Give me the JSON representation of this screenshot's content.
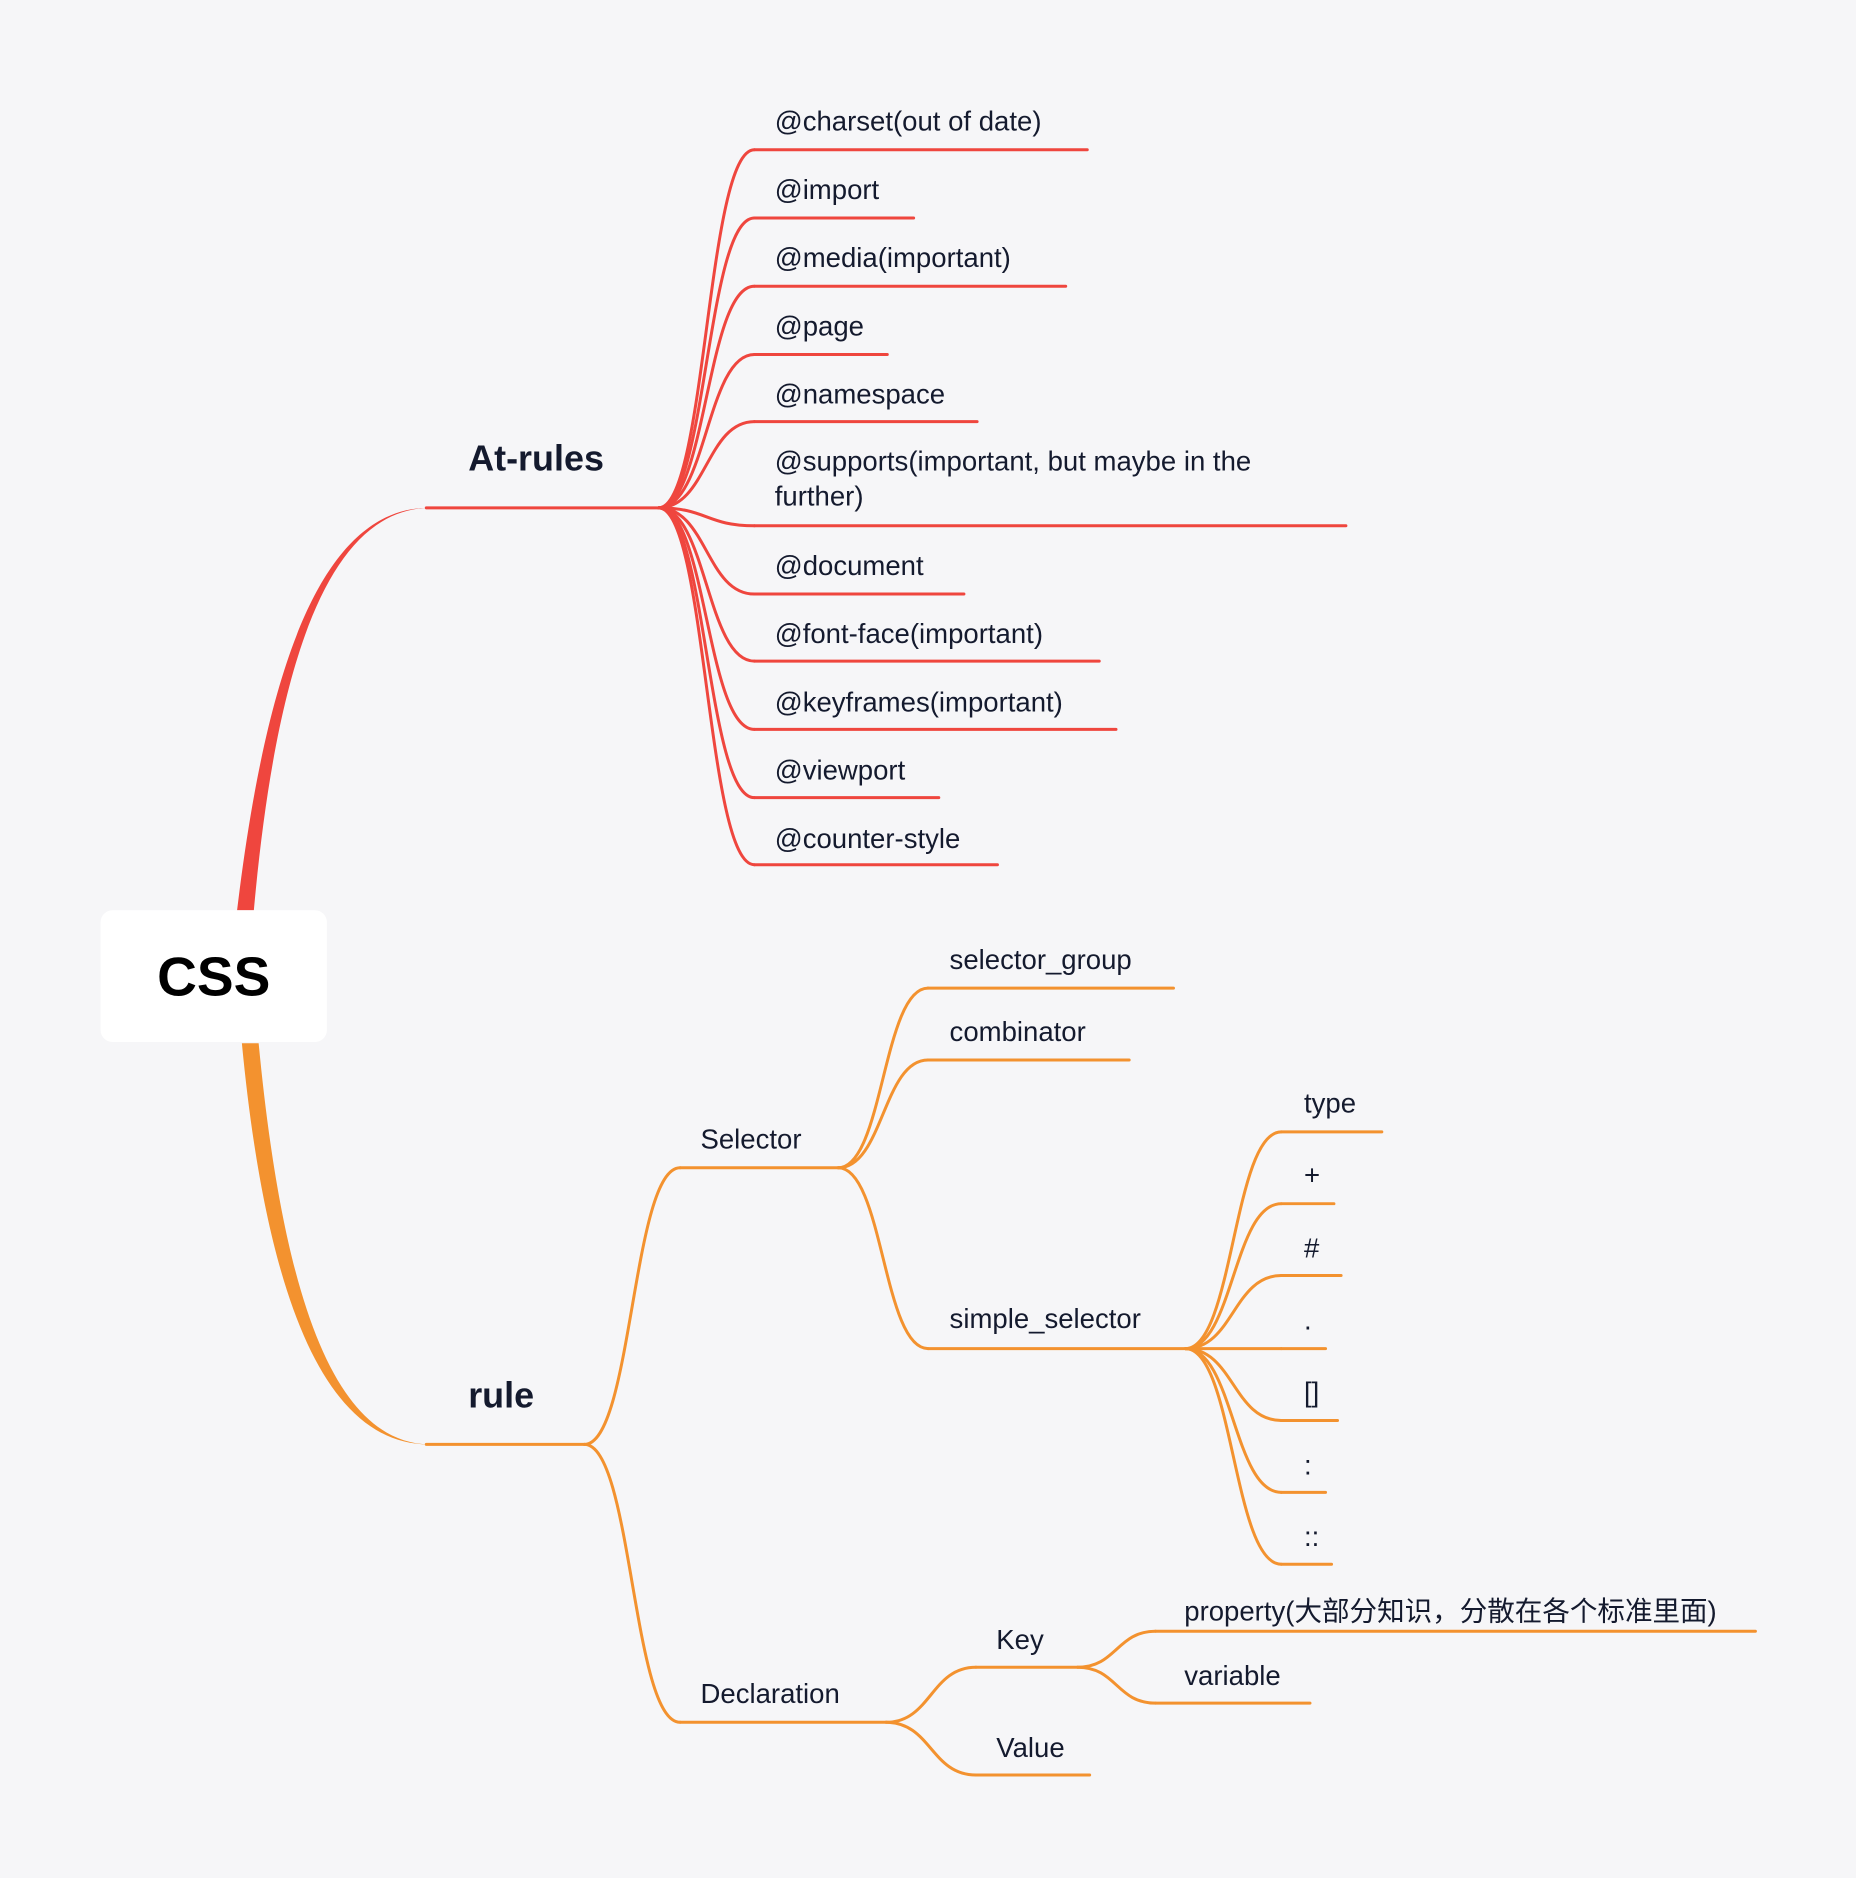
{
  "colors": {
    "background": "#f6f6f8",
    "at_rules_branch": "#ef463e",
    "rule_branch": "#f3922f",
    "text": "#141a2e"
  },
  "root": {
    "label": "CSS"
  },
  "at_rules": {
    "label": "At-rules",
    "items": [
      "@charset(out of date)",
      "@import",
      "@media(important)",
      "@page",
      "@namespace",
      "@supports(important, but maybe in the further)",
      "@document",
      "@font-face(important)",
      "@keyframes(important)",
      "@viewport",
      "@counter-style"
    ]
  },
  "rule": {
    "label": "rule",
    "selector": {
      "label": "Selector",
      "children": {
        "selector_group": "selector_group",
        "combinator": "combinator",
        "simple_selector": {
          "label": "simple_selector",
          "items": [
            "type",
            "+",
            "#",
            ".",
            "[]",
            ":",
            "::"
          ]
        }
      }
    },
    "declaration": {
      "label": "Declaration",
      "key": {
        "label": "Key",
        "items": [
          "property(大部分知识，分散在各个标准里面)",
          "variable"
        ]
      },
      "value": {
        "label": "Value"
      }
    }
  }
}
